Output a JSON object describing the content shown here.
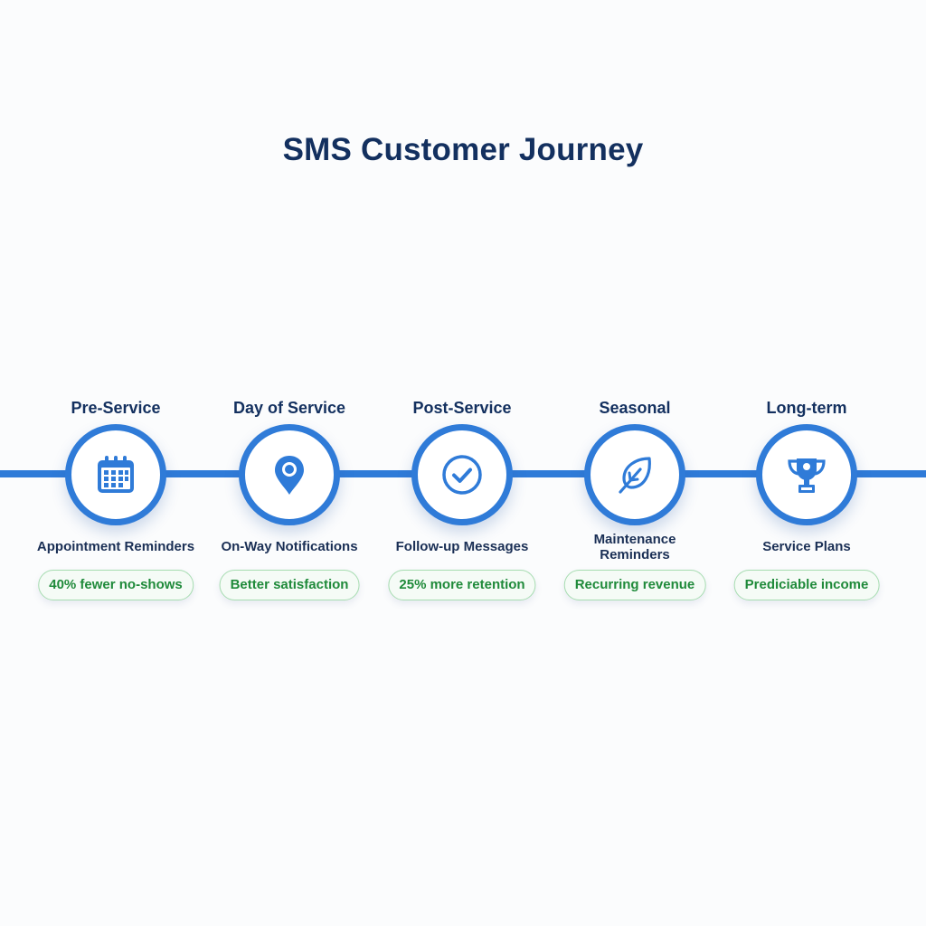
{
  "title": "SMS Customer Journey",
  "colors": {
    "accent": "#2f7bd8",
    "title": "#13305f",
    "badge_text": "#1f8a3a",
    "badge_border": "#a6dcb0",
    "background": "#fbfcfd"
  },
  "stages": [
    {
      "label": "Pre-Service",
      "icon": "calendar-icon",
      "description": "Appointment Reminders",
      "badge": "40% fewer no-shows"
    },
    {
      "label": "Day of Service",
      "icon": "map-pin-icon",
      "description": "On-Way Notifications",
      "badge": "Better satisfaction"
    },
    {
      "label": "Post-Service",
      "icon": "check-circle-icon",
      "description": "Follow-up Messages",
      "badge": "25% more retention"
    },
    {
      "label": "Seasonal",
      "icon": "leaf-icon",
      "description_line1": "Maintenance",
      "description_line2": "Reminders",
      "badge": "Recurring revenue"
    },
    {
      "label": "Long-term",
      "icon": "trophy-icon",
      "description": "Service Plans",
      "badge": "Prediciable income"
    }
  ]
}
